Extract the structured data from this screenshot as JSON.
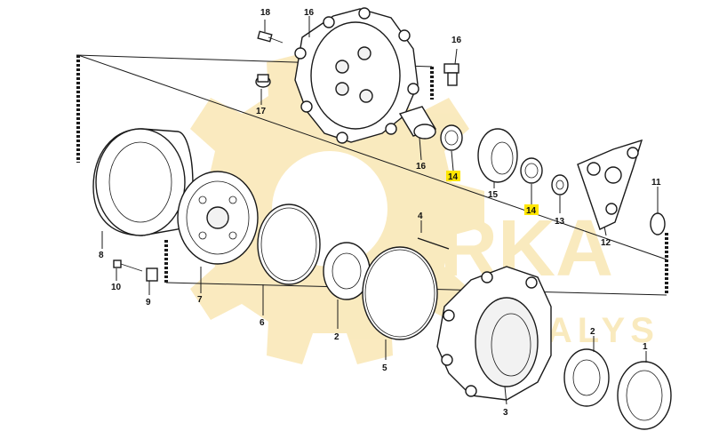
{
  "diagram": {
    "watermark": {
      "line1": "CRKA",
      "line2": "DALYS",
      "color": "#f5d98a"
    },
    "highlight_color": "#ffe600",
    "labels": [
      {
        "id": "l18",
        "text": "18"
      },
      {
        "id": "l16a",
        "text": "16"
      },
      {
        "id": "l16b",
        "text": "16"
      },
      {
        "id": "l17",
        "text": "17"
      },
      {
        "id": "l16c",
        "text": "16"
      },
      {
        "id": "l14a",
        "text": "14"
      },
      {
        "id": "l15",
        "text": "15"
      },
      {
        "id": "l14b",
        "text": "14"
      },
      {
        "id": "l13",
        "text": "13"
      },
      {
        "id": "l11",
        "text": "11"
      },
      {
        "id": "l12",
        "text": "12"
      },
      {
        "id": "l8",
        "text": "8"
      },
      {
        "id": "l10",
        "text": "10"
      },
      {
        "id": "l9",
        "text": "9"
      },
      {
        "id": "l7",
        "text": "7"
      },
      {
        "id": "l6",
        "text": "6"
      },
      {
        "id": "l4",
        "text": "4"
      },
      {
        "id": "l2a",
        "text": "2"
      },
      {
        "id": "l5",
        "text": "5"
      },
      {
        "id": "l3",
        "text": "3"
      },
      {
        "id": "l2b",
        "text": "2"
      },
      {
        "id": "l1",
        "text": "1"
      }
    ]
  }
}
